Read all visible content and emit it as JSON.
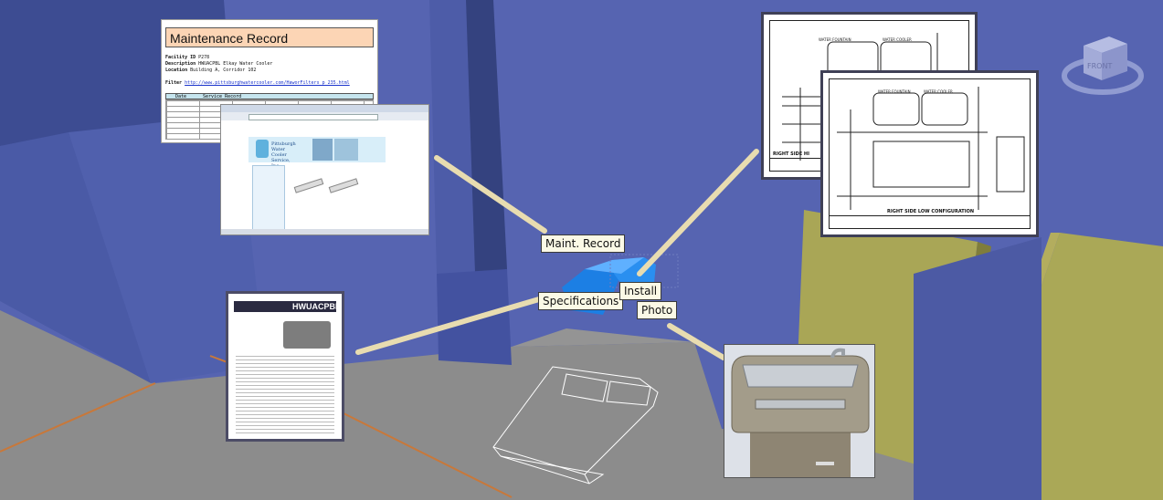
{
  "maintenance_record": {
    "title": "Maintenance Record",
    "facility_label": "Facility ID",
    "facility_value": "P278",
    "description_label": "Description",
    "description_value": "HWUACPBL Elkay Water Cooler",
    "location_label": "Location",
    "location_value": "Building A, Corridor 102",
    "filter_label": "Filter",
    "filter_value": "http://www.pittsburghwatercooler.com/HaworFilters_p_235.html",
    "col_date": "Date",
    "col_service": "Service Record"
  },
  "website": {
    "brand": "Pittsburgh Water Cooler Service, Inc."
  },
  "spec_sheet": {
    "model": "HWUACPBL"
  },
  "drawings": {
    "back_title": "RIGHT SIDE HI",
    "front_title": "RIGHT SIDE LOW CONFIGURATION",
    "label_water_fountain": "WATER FOUNTAIN",
    "label_water_cooler": "WATER COOLER"
  },
  "tags": {
    "maint": "Maint. Record",
    "specifications": "Specifications",
    "install": "Install",
    "photo": "Photo"
  },
  "viewcube": {
    "face": "FRONT"
  },
  "colors": {
    "wall": "#5563b0",
    "floor": "#8a8a8a",
    "leader": "#e8dcb0",
    "object": "#1a7fe0",
    "olive": "#a8a655"
  }
}
